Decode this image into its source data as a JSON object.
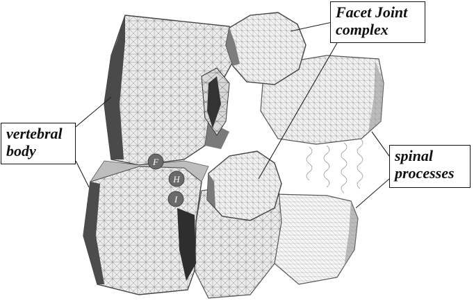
{
  "labels": {
    "facet_joint": {
      "line1": "Facet Joint",
      "line2": "complex"
    },
    "vertebral_body": {
      "line1": "vertebral",
      "line2": "body"
    },
    "spinal_processes": {
      "line1": "spinal",
      "line2": "processes"
    }
  },
  "markers": {
    "f": "F",
    "h": "H",
    "i": "I"
  },
  "colors": {
    "mesh_face": "#ececec",
    "mesh_shadow": "#6f6f6f",
    "mesh_dark": "#3a3a3a",
    "mesh_line": "#555555",
    "marker_fill": "#6a6a6a",
    "leader_line": "#222222"
  }
}
